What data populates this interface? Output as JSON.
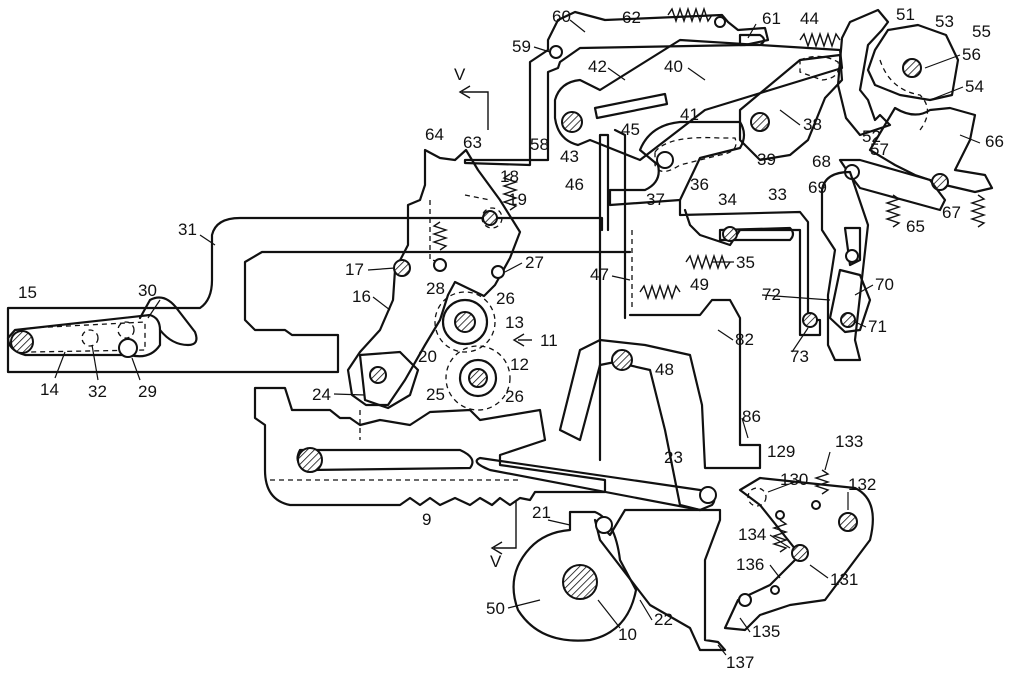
{
  "labels": [
    {
      "id": "r60",
      "text": "60"
    },
    {
      "id": "r62",
      "text": "62"
    },
    {
      "id": "r61",
      "text": "61"
    },
    {
      "id": "r44",
      "text": "44"
    },
    {
      "id": "r51",
      "text": "51"
    },
    {
      "id": "r53",
      "text": "53"
    },
    {
      "id": "r55",
      "text": "55"
    },
    {
      "id": "r59",
      "text": "59"
    },
    {
      "id": "r42",
      "text": "42"
    },
    {
      "id": "r40",
      "text": "40"
    },
    {
      "id": "r56",
      "text": "56"
    },
    {
      "id": "r54",
      "text": "54"
    },
    {
      "id": "rV1",
      "text": "V"
    },
    {
      "id": "r64",
      "text": "64"
    },
    {
      "id": "r63",
      "text": "63"
    },
    {
      "id": "r58",
      "text": "58"
    },
    {
      "id": "r43",
      "text": "43"
    },
    {
      "id": "r45",
      "text": "45"
    },
    {
      "id": "r41",
      "text": "41"
    },
    {
      "id": "r38",
      "text": "38"
    },
    {
      "id": "r52",
      "text": "52"
    },
    {
      "id": "r57",
      "text": "57"
    },
    {
      "id": "r66",
      "text": "66"
    },
    {
      "id": "r18",
      "text": "18"
    },
    {
      "id": "r46",
      "text": "46"
    },
    {
      "id": "r37",
      "text": "37"
    },
    {
      "id": "r36",
      "text": "36"
    },
    {
      "id": "r39",
      "text": "39"
    },
    {
      "id": "r68",
      "text": "68"
    },
    {
      "id": "r19",
      "text": "19"
    },
    {
      "id": "r34",
      "text": "34"
    },
    {
      "id": "r33",
      "text": "33"
    },
    {
      "id": "r69",
      "text": "69"
    },
    {
      "id": "r67",
      "text": "67"
    },
    {
      "id": "r65",
      "text": "65"
    },
    {
      "id": "r31",
      "text": "31"
    },
    {
      "id": "r17",
      "text": "17"
    },
    {
      "id": "r27",
      "text": "27"
    },
    {
      "id": "r35",
      "text": "35"
    },
    {
      "id": "r47",
      "text": "47"
    },
    {
      "id": "r49",
      "text": "49"
    },
    {
      "id": "r15",
      "text": "15"
    },
    {
      "id": "r30",
      "text": "30"
    },
    {
      "id": "r16",
      "text": "16"
    },
    {
      "id": "r28",
      "text": "28"
    },
    {
      "id": "r26a",
      "text": "26"
    },
    {
      "id": "r13",
      "text": "13"
    },
    {
      "id": "r11",
      "text": "11"
    },
    {
      "id": "r72",
      "text": "72"
    },
    {
      "id": "r70",
      "text": "70"
    },
    {
      "id": "r71",
      "text": "71"
    },
    {
      "id": "r73",
      "text": "73"
    },
    {
      "id": "r82",
      "text": "82"
    },
    {
      "id": "r14",
      "text": "14"
    },
    {
      "id": "r32",
      "text": "32"
    },
    {
      "id": "r29",
      "text": "29"
    },
    {
      "id": "r20",
      "text": "20"
    },
    {
      "id": "r12",
      "text": "12"
    },
    {
      "id": "r48",
      "text": "48"
    },
    {
      "id": "r24",
      "text": "24"
    },
    {
      "id": "r25",
      "text": "25"
    },
    {
      "id": "r26b",
      "text": "26"
    },
    {
      "id": "r86",
      "text": "86"
    },
    {
      "id": "r129",
      "text": "129"
    },
    {
      "id": "r133",
      "text": "133"
    },
    {
      "id": "r23",
      "text": "23"
    },
    {
      "id": "r130",
      "text": "130"
    },
    {
      "id": "r132",
      "text": "132"
    },
    {
      "id": "r9",
      "text": "9"
    },
    {
      "id": "r21",
      "text": "21"
    },
    {
      "id": "r134",
      "text": "134"
    },
    {
      "id": "rV2",
      "text": "V"
    },
    {
      "id": "r136",
      "text": "136"
    },
    {
      "id": "r131",
      "text": "131"
    },
    {
      "id": "r50",
      "text": "50"
    },
    {
      "id": "r22",
      "text": "22"
    },
    {
      "id": "r10",
      "text": "10"
    },
    {
      "id": "r135",
      "text": "135"
    },
    {
      "id": "r137",
      "text": "137"
    }
  ]
}
